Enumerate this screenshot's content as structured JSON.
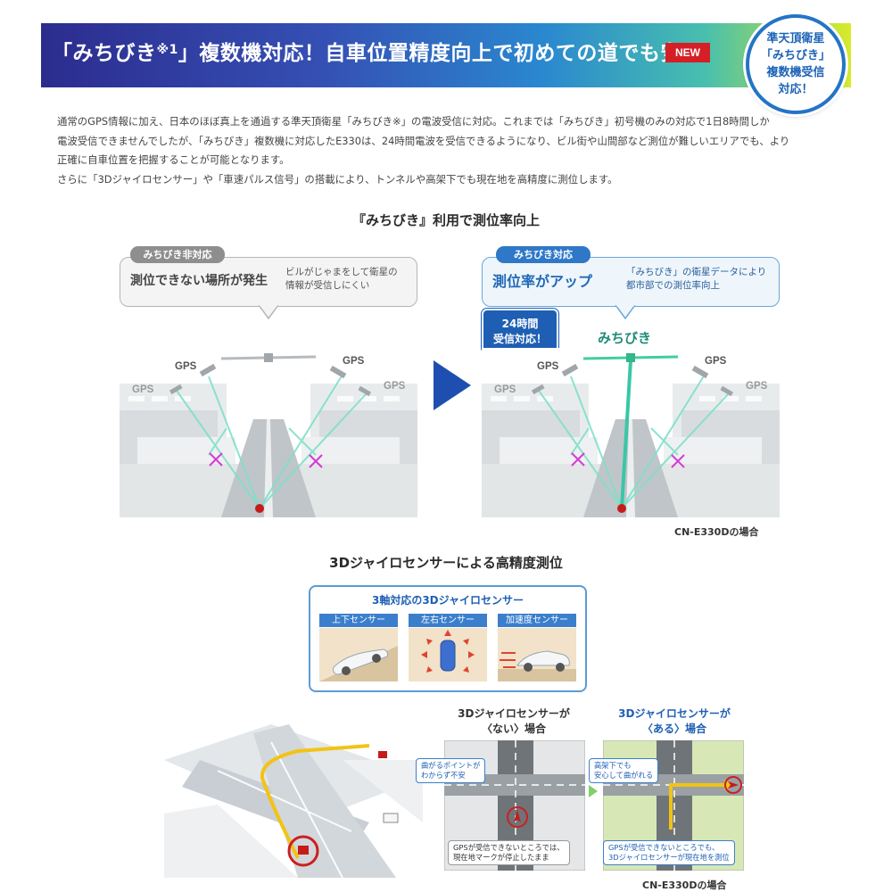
{
  "banner": {
    "title_pre": "「みちびき",
    "title_sup": "※1",
    "title_post": "」複数機対応！自車位置精度向上で初めての道でも安心",
    "new_badge": "NEW",
    "circle_badge": [
      "準天頂衛星",
      "「みちびき」",
      "複数機受信",
      "対応！"
    ]
  },
  "body_text": [
    "通常のGPS情報に加え、日本のほぼ真上を通過する準天頂衛星「みちびき※」の電波受信に対応。これまでは「みちびき」初号機のみの対応で1日8時間しか",
    "電波受信できませんでしたが、「みちびき」複数機に対応したE330は、24時間電波を受信できるようになり、ビル街や山間部など測位が難しいエリアでも、より",
    "正確に自車位置を把握することが可能となります。",
    "さらに「3Dジャイロセンサー」や「車速パルス信号」の搭載により、トンネルや高架下でも現在地を高精度に測位します。"
  ],
  "section1": {
    "heading": "『みちびき』利用で測位率向上",
    "left": {
      "tag": "みちびき非対応",
      "main": "測位できない場所が発生",
      "sub": [
        "ビルがじゃまをして衛星の",
        "情報が受信しにくい"
      ]
    },
    "right": {
      "tag": "みちびき対応",
      "main": "測位率がアップ",
      "sub": [
        "「みちびき」の衛星データにより",
        "都市部での測位率向上"
      ]
    },
    "hr24_badge": [
      "24時間",
      "受信対応！"
    ],
    "michibiki_label": "みちびき",
    "gps_label": "GPS",
    "model_note": "CN-E330Dの場合"
  },
  "section2": {
    "heading": "3Dジャイロセンサーによる高精度測位",
    "gyro_title": "3軸対応の3Dジャイロセンサー",
    "sensors": [
      "上下センサー",
      "左右センサー",
      "加速度センサー"
    ],
    "compare_left_head": [
      "3Dジャイロセンサーが",
      "〈ない〉場合"
    ],
    "compare_right_head": [
      "3Dジャイロセンサーが",
      "〈ある〉場合"
    ],
    "note_left_top": [
      "曲がるポイントが",
      "わからず不安"
    ],
    "note_right_top": [
      "高架下でも",
      "安心して曲がれる"
    ],
    "note_left_bottom": [
      "GPSが受信できないところでは、",
      "現在地マークが停止したまま"
    ],
    "note_right_bottom": [
      "GPSが受信できないところでも、",
      "3Dジャイロセンサーが現在地を測位"
    ],
    "model_note": "CN-E330Dの場合"
  },
  "colors": {
    "accent_blue": "#1e5fb4",
    "new_red": "#d51f26",
    "signal_green": "#1f8c79",
    "miss_magenta": "#d63ad6"
  }
}
